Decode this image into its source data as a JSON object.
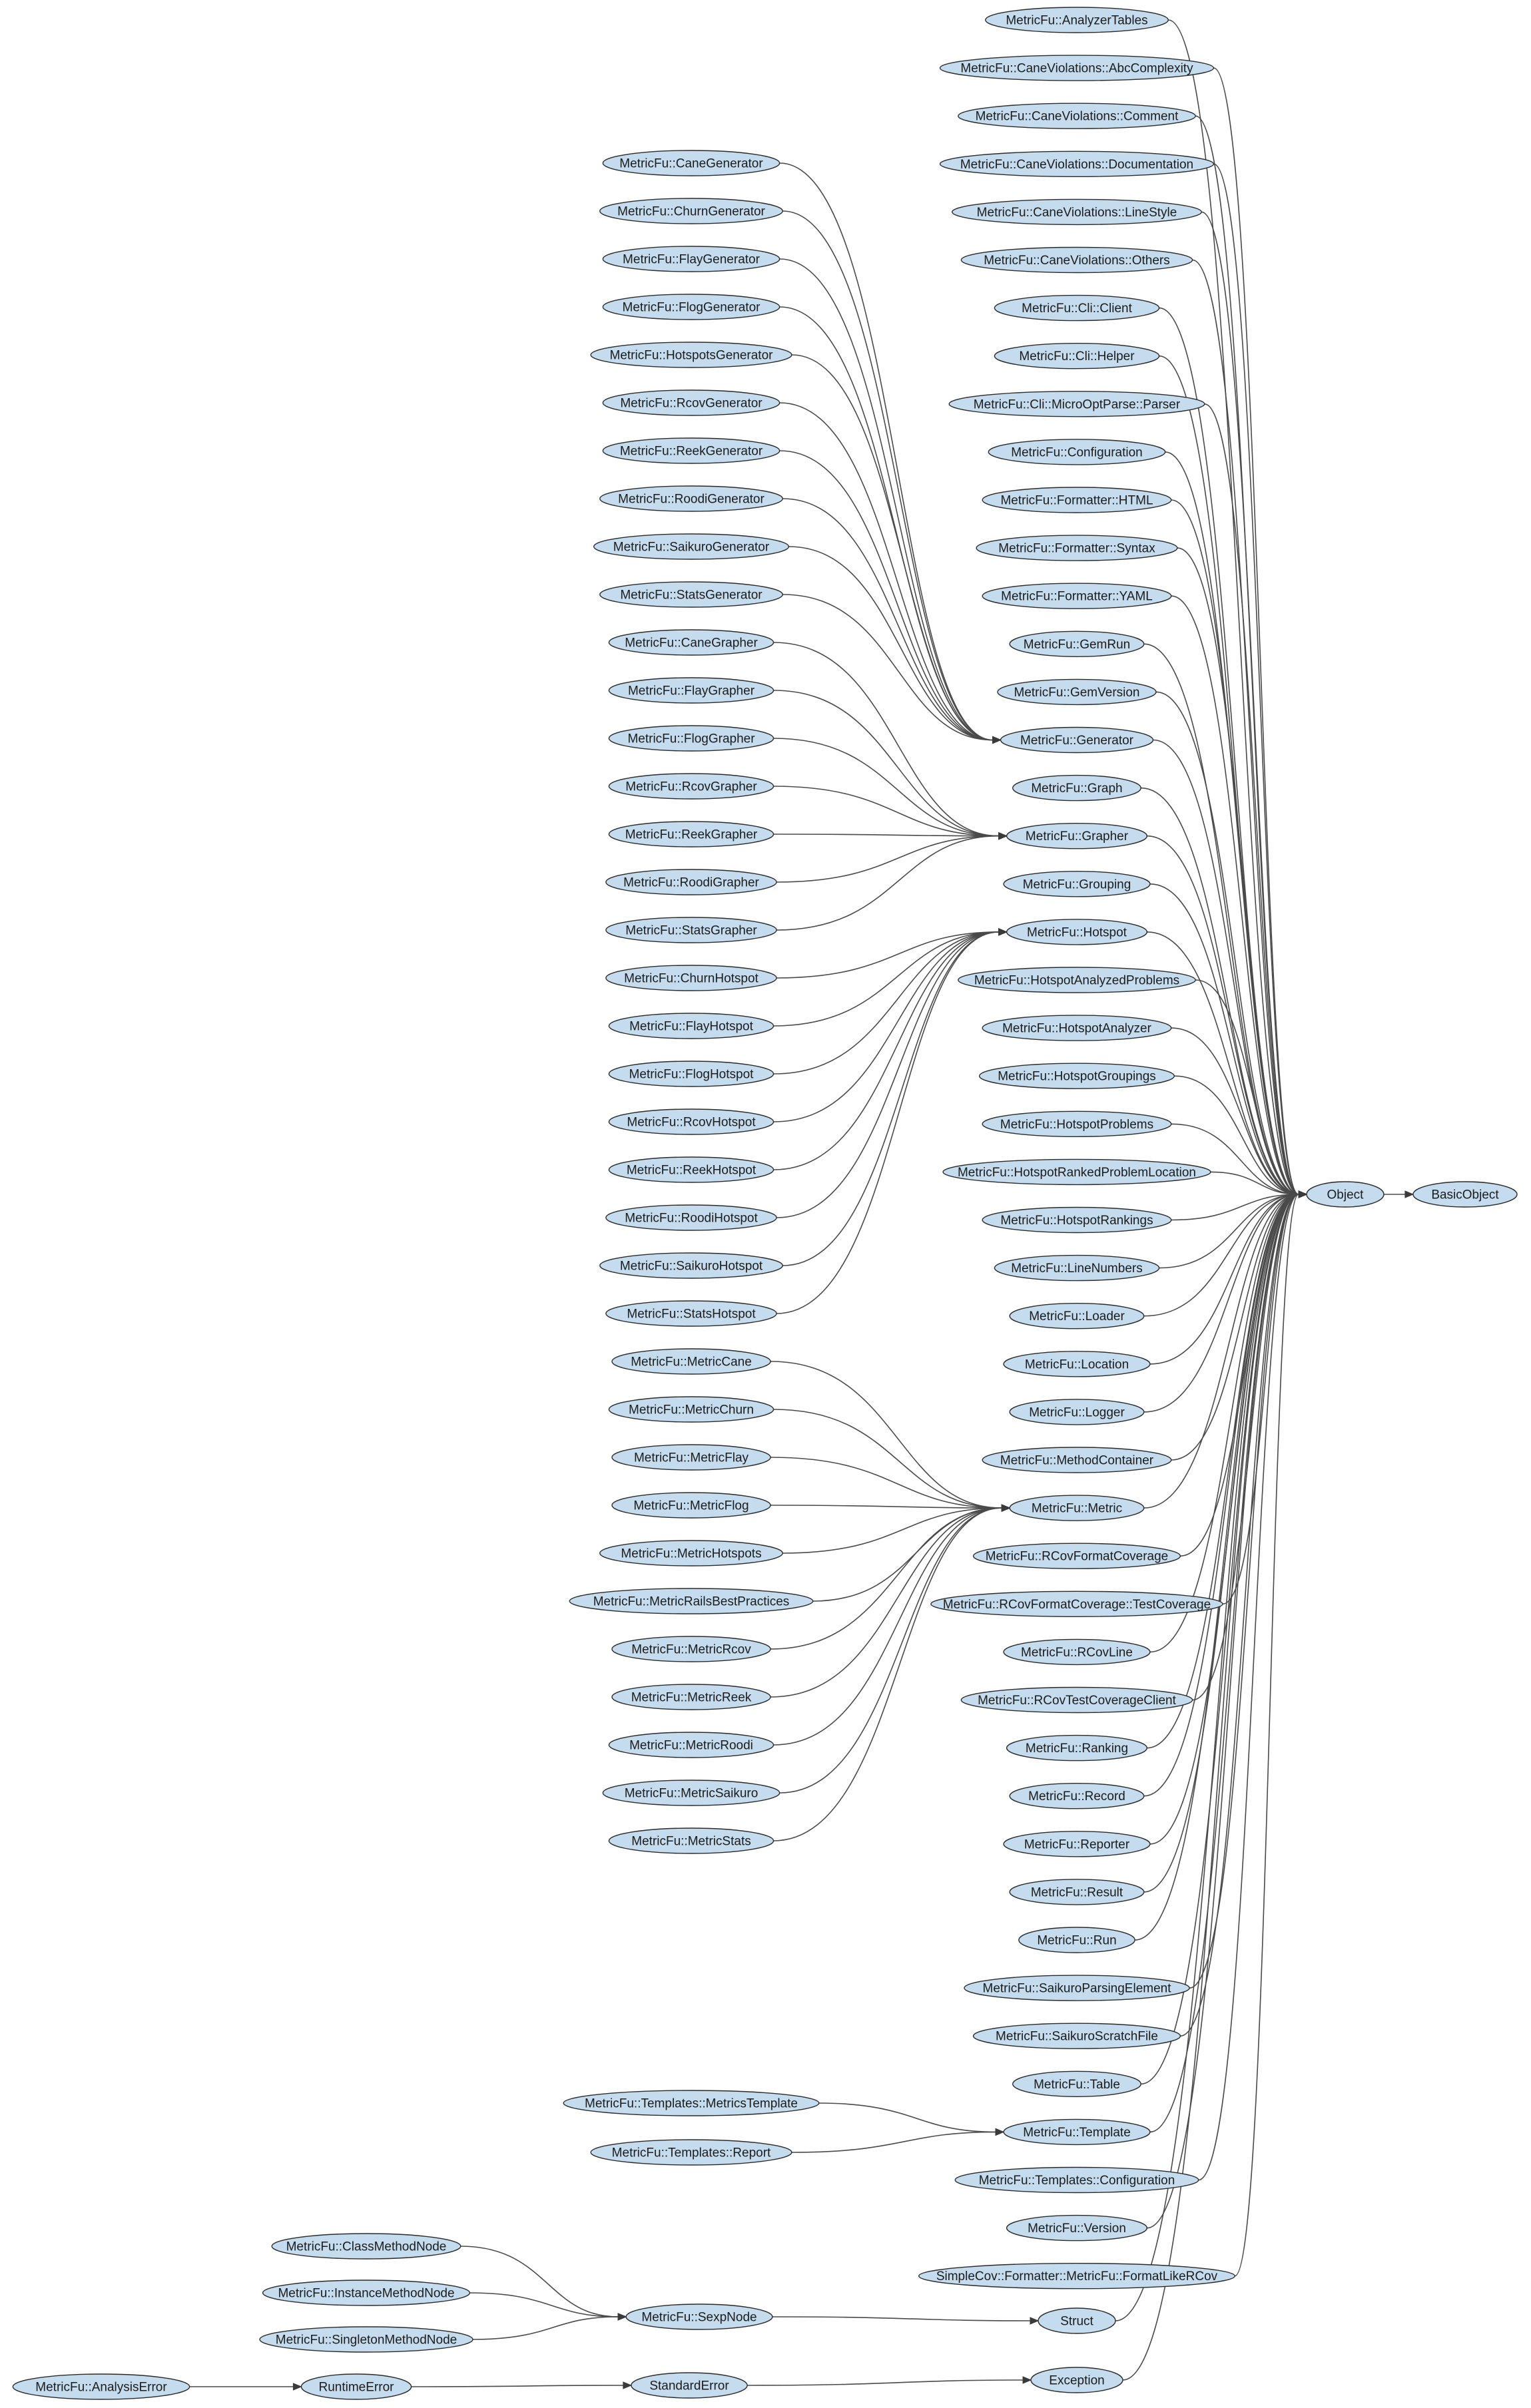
{
  "diagram": {
    "type": "class-hierarchy",
    "nodes": [
      {
        "id": "n1",
        "label": "MetricFu::AnalyzerTables"
      },
      {
        "id": "n2",
        "label": "MetricFu::CaneViolations::AbcComplexity"
      },
      {
        "id": "n3",
        "label": "MetricFu::CaneViolations::Comment"
      },
      {
        "id": "n4",
        "label": "MetricFu::CaneViolations::Documentation"
      },
      {
        "id": "n5",
        "label": "MetricFu::CaneViolations::LineStyle"
      },
      {
        "id": "n6",
        "label": "MetricFu::CaneViolations::Others"
      },
      {
        "id": "n7",
        "label": "MetricFu::Cli::Client"
      },
      {
        "id": "n8",
        "label": "MetricFu::Cli::Helper"
      },
      {
        "id": "n9",
        "label": "MetricFu::Cli::MicroOptParse::Parser"
      },
      {
        "id": "n10",
        "label": "MetricFu::Configuration"
      },
      {
        "id": "n11",
        "label": "MetricFu::Formatter::HTML"
      },
      {
        "id": "n12",
        "label": "MetricFu::Formatter::Syntax"
      },
      {
        "id": "n13",
        "label": "MetricFu::Formatter::YAML"
      },
      {
        "id": "n14",
        "label": "MetricFu::GemRun"
      },
      {
        "id": "n15",
        "label": "MetricFu::GemVersion"
      },
      {
        "id": "n16",
        "label": "MetricFu::Generator"
      },
      {
        "id": "n17",
        "label": "MetricFu::Graph"
      },
      {
        "id": "n18",
        "label": "MetricFu::Grapher"
      },
      {
        "id": "n19",
        "label": "MetricFu::Grouping"
      },
      {
        "id": "n20",
        "label": "MetricFu::Hotspot"
      },
      {
        "id": "n21",
        "label": "MetricFu::HotspotAnalyzedProblems"
      },
      {
        "id": "n22",
        "label": "MetricFu::HotspotAnalyzer"
      },
      {
        "id": "n23",
        "label": "MetricFu::HotspotGroupings"
      },
      {
        "id": "n24",
        "label": "MetricFu::HotspotProblems"
      },
      {
        "id": "n25",
        "label": "MetricFu::HotspotRankedProblemLocation"
      },
      {
        "id": "n26",
        "label": "MetricFu::HotspotRankings"
      },
      {
        "id": "n27",
        "label": "MetricFu::LineNumbers"
      },
      {
        "id": "n28",
        "label": "MetricFu::Loader"
      },
      {
        "id": "n29",
        "label": "MetricFu::Location"
      },
      {
        "id": "n30",
        "label": "MetricFu::Logger"
      },
      {
        "id": "n31",
        "label": "MetricFu::MethodContainer"
      },
      {
        "id": "n32",
        "label": "MetricFu::Metric"
      },
      {
        "id": "n33",
        "label": "MetricFu::RCovFormatCoverage"
      },
      {
        "id": "n34",
        "label": "MetricFu::RCovFormatCoverage::TestCoverage"
      },
      {
        "id": "n35",
        "label": "MetricFu::RCovLine"
      },
      {
        "id": "n36",
        "label": "MetricFu::RCovTestCoverageClient"
      },
      {
        "id": "n37",
        "label": "MetricFu::Ranking"
      },
      {
        "id": "n38",
        "label": "MetricFu::Record"
      },
      {
        "id": "n39",
        "label": "MetricFu::Reporter"
      },
      {
        "id": "n40",
        "label": "MetricFu::Result"
      },
      {
        "id": "n41",
        "label": "MetricFu::Run"
      },
      {
        "id": "n42",
        "label": "MetricFu::SaikuroParsingElement"
      },
      {
        "id": "n43",
        "label": "MetricFu::SaikuroScratchFile"
      },
      {
        "id": "n44",
        "label": "MetricFu::Table"
      },
      {
        "id": "n45",
        "label": "MetricFu::Template"
      },
      {
        "id": "n46",
        "label": "MetricFu::Templates::Configuration"
      },
      {
        "id": "n47",
        "label": "MetricFu::Version"
      },
      {
        "id": "n48",
        "label": "SimpleCov::Formatter::MetricFu::FormatLikeRCov"
      },
      {
        "id": "n49",
        "label": "Struct"
      },
      {
        "id": "n50",
        "label": "Exception"
      },
      {
        "id": "obj",
        "label": "Object"
      },
      {
        "id": "bobj",
        "label": "BasicObject"
      },
      {
        "id": "g1",
        "label": "MetricFu::CaneGenerator"
      },
      {
        "id": "g2",
        "label": "MetricFu::ChurnGenerator"
      },
      {
        "id": "g3",
        "label": "MetricFu::FlayGenerator"
      },
      {
        "id": "g4",
        "label": "MetricFu::FlogGenerator"
      },
      {
        "id": "g5",
        "label": "MetricFu::HotspotsGenerator"
      },
      {
        "id": "g6",
        "label": "MetricFu::RcovGenerator"
      },
      {
        "id": "g7",
        "label": "MetricFu::ReekGenerator"
      },
      {
        "id": "g8",
        "label": "MetricFu::RoodiGenerator"
      },
      {
        "id": "g9",
        "label": "MetricFu::SaikuroGenerator"
      },
      {
        "id": "g10",
        "label": "MetricFu::StatsGenerator"
      },
      {
        "id": "r1",
        "label": "MetricFu::CaneGrapher"
      },
      {
        "id": "r2",
        "label": "MetricFu::FlayGrapher"
      },
      {
        "id": "r3",
        "label": "MetricFu::FlogGrapher"
      },
      {
        "id": "r4",
        "label": "MetricFu::RcovGrapher"
      },
      {
        "id": "r5",
        "label": "MetricFu::ReekGrapher"
      },
      {
        "id": "r6",
        "label": "MetricFu::RoodiGrapher"
      },
      {
        "id": "r7",
        "label": "MetricFu::StatsGrapher"
      },
      {
        "id": "h1",
        "label": "MetricFu::ChurnHotspot"
      },
      {
        "id": "h2",
        "label": "MetricFu::FlayHotspot"
      },
      {
        "id": "h3",
        "label": "MetricFu::FlogHotspot"
      },
      {
        "id": "h4",
        "label": "MetricFu::RcovHotspot"
      },
      {
        "id": "h5",
        "label": "MetricFu::ReekHotspot"
      },
      {
        "id": "h6",
        "label": "MetricFu::RoodiHotspot"
      },
      {
        "id": "h7",
        "label": "MetricFu::SaikuroHotspot"
      },
      {
        "id": "h8",
        "label": "MetricFu::StatsHotspot"
      },
      {
        "id": "m1",
        "label": "MetricFu::MetricCane"
      },
      {
        "id": "m2",
        "label": "MetricFu::MetricChurn"
      },
      {
        "id": "m3",
        "label": "MetricFu::MetricFlay"
      },
      {
        "id": "m4",
        "label": "MetricFu::MetricFlog"
      },
      {
        "id": "m5",
        "label": "MetricFu::MetricHotspots"
      },
      {
        "id": "m6",
        "label": "MetricFu::MetricRailsBestPractices"
      },
      {
        "id": "m7",
        "label": "MetricFu::MetricRcov"
      },
      {
        "id": "m8",
        "label": "MetricFu::MetricReek"
      },
      {
        "id": "m9",
        "label": "MetricFu::MetricRoodi"
      },
      {
        "id": "m10",
        "label": "MetricFu::MetricSaikuro"
      },
      {
        "id": "m11",
        "label": "MetricFu::MetricStats"
      },
      {
        "id": "t1",
        "label": "MetricFu::Templates::MetricsTemplate"
      },
      {
        "id": "t2",
        "label": "MetricFu::Templates::Report"
      },
      {
        "id": "s1",
        "label": "MetricFu::ClassMethodNode"
      },
      {
        "id": "s2",
        "label": "MetricFu::InstanceMethodNode"
      },
      {
        "id": "s3",
        "label": "MetricFu::SingletonMethodNode"
      },
      {
        "id": "sexp",
        "label": "MetricFu::SexpNode"
      },
      {
        "id": "ae",
        "label": "MetricFu::AnalysisError"
      },
      {
        "id": "rte",
        "label": "RuntimeError"
      },
      {
        "id": "ste",
        "label": "StandardError"
      }
    ],
    "edges": [
      [
        "n1",
        "obj"
      ],
      [
        "n2",
        "obj"
      ],
      [
        "n3",
        "obj"
      ],
      [
        "n4",
        "obj"
      ],
      [
        "n5",
        "obj"
      ],
      [
        "n6",
        "obj"
      ],
      [
        "n7",
        "obj"
      ],
      [
        "n8",
        "obj"
      ],
      [
        "n9",
        "obj"
      ],
      [
        "n10",
        "obj"
      ],
      [
        "n11",
        "obj"
      ],
      [
        "n12",
        "obj"
      ],
      [
        "n13",
        "obj"
      ],
      [
        "n14",
        "obj"
      ],
      [
        "n15",
        "obj"
      ],
      [
        "n16",
        "obj"
      ],
      [
        "n17",
        "obj"
      ],
      [
        "n18",
        "obj"
      ],
      [
        "n19",
        "obj"
      ],
      [
        "n20",
        "obj"
      ],
      [
        "n21",
        "obj"
      ],
      [
        "n22",
        "obj"
      ],
      [
        "n23",
        "obj"
      ],
      [
        "n24",
        "obj"
      ],
      [
        "n25",
        "obj"
      ],
      [
        "n26",
        "obj"
      ],
      [
        "n27",
        "obj"
      ],
      [
        "n28",
        "obj"
      ],
      [
        "n29",
        "obj"
      ],
      [
        "n30",
        "obj"
      ],
      [
        "n31",
        "obj"
      ],
      [
        "n32",
        "obj"
      ],
      [
        "n33",
        "obj"
      ],
      [
        "n34",
        "obj"
      ],
      [
        "n35",
        "obj"
      ],
      [
        "n36",
        "obj"
      ],
      [
        "n37",
        "obj"
      ],
      [
        "n38",
        "obj"
      ],
      [
        "n39",
        "obj"
      ],
      [
        "n40",
        "obj"
      ],
      [
        "n41",
        "obj"
      ],
      [
        "n42",
        "obj"
      ],
      [
        "n43",
        "obj"
      ],
      [
        "n44",
        "obj"
      ],
      [
        "n45",
        "obj"
      ],
      [
        "n46",
        "obj"
      ],
      [
        "n47",
        "obj"
      ],
      [
        "n48",
        "obj"
      ],
      [
        "n49",
        "obj"
      ],
      [
        "n50",
        "obj"
      ],
      [
        "obj",
        "bobj"
      ],
      [
        "g1",
        "n16"
      ],
      [
        "g2",
        "n16"
      ],
      [
        "g3",
        "n16"
      ],
      [
        "g4",
        "n16"
      ],
      [
        "g5",
        "n16"
      ],
      [
        "g6",
        "n16"
      ],
      [
        "g7",
        "n16"
      ],
      [
        "g8",
        "n16"
      ],
      [
        "g9",
        "n16"
      ],
      [
        "g10",
        "n16"
      ],
      [
        "r1",
        "n18"
      ],
      [
        "r2",
        "n18"
      ],
      [
        "r3",
        "n18"
      ],
      [
        "r4",
        "n18"
      ],
      [
        "r5",
        "n18"
      ],
      [
        "r6",
        "n18"
      ],
      [
        "r7",
        "n18"
      ],
      [
        "h1",
        "n20"
      ],
      [
        "h2",
        "n20"
      ],
      [
        "h3",
        "n20"
      ],
      [
        "h4",
        "n20"
      ],
      [
        "h5",
        "n20"
      ],
      [
        "h6",
        "n20"
      ],
      [
        "h7",
        "n20"
      ],
      [
        "h8",
        "n20"
      ],
      [
        "m1",
        "n32"
      ],
      [
        "m2",
        "n32"
      ],
      [
        "m3",
        "n32"
      ],
      [
        "m4",
        "n32"
      ],
      [
        "m5",
        "n32"
      ],
      [
        "m6",
        "n32"
      ],
      [
        "m7",
        "n32"
      ],
      [
        "m8",
        "n32"
      ],
      [
        "m9",
        "n32"
      ],
      [
        "m10",
        "n32"
      ],
      [
        "m11",
        "n32"
      ],
      [
        "t1",
        "n45"
      ],
      [
        "t2",
        "n45"
      ],
      [
        "s1",
        "sexp"
      ],
      [
        "s2",
        "sexp"
      ],
      [
        "s3",
        "sexp"
      ],
      [
        "sexp",
        "n49"
      ],
      [
        "ae",
        "rte"
      ],
      [
        "rte",
        "ste"
      ],
      [
        "ste",
        "n50"
      ]
    ],
    "colors": {
      "node_fill": "#c4dcee",
      "node_stroke": "#2b2b2b",
      "edge": "#4a4a4a",
      "background": "#ffffff"
    }
  }
}
